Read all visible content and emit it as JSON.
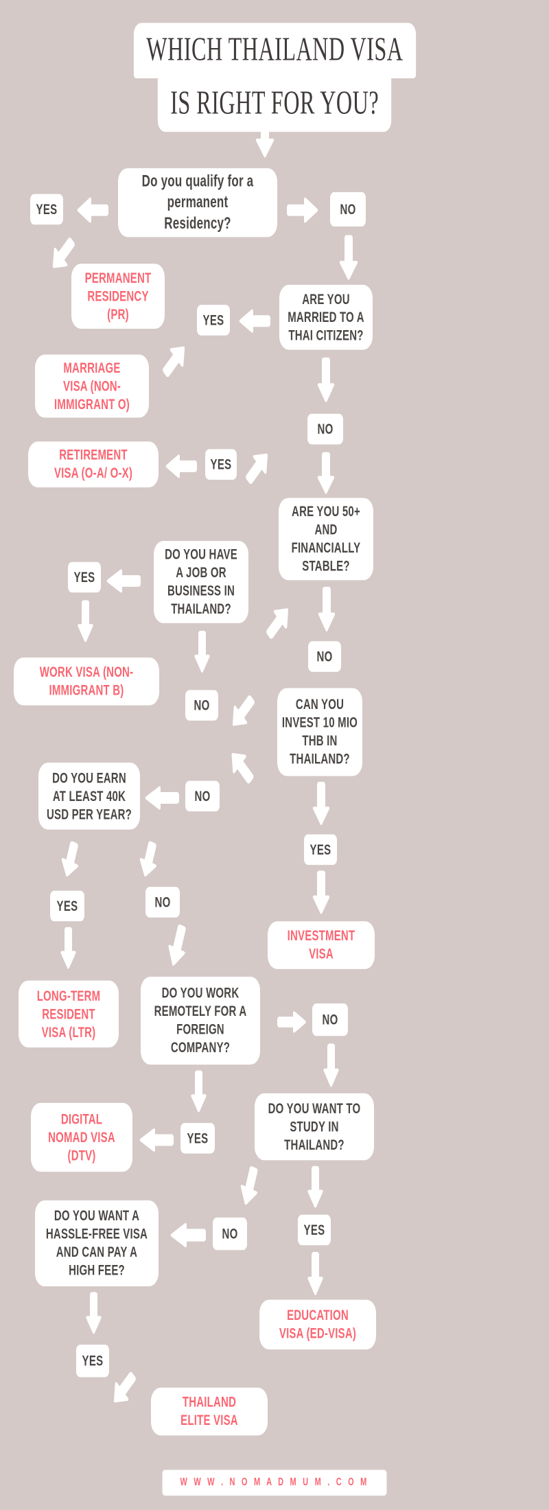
{
  "title": {
    "line1": "WHICH THAILAND VISA",
    "line2": "IS RIGHT FOR YOU?"
  },
  "colors": {
    "background": "#d4c9c7",
    "node_background": "#ffffff",
    "question_text": "#4a4644",
    "result_text": "#fa6672",
    "arrow": "#ffffff"
  },
  "labels": {
    "yes": "YES",
    "no": "NO"
  },
  "footer": {
    "url": "W W W . N O M A D M U M . C O M"
  },
  "chart_data": {
    "type": "diagram",
    "title": "WHICH THAILAND VISA IS RIGHT FOR YOU?",
    "nodes": [
      {
        "id": "q1",
        "kind": "question",
        "text": "Do you qualify for a permanent Residency?"
      },
      {
        "id": "r1",
        "kind": "result",
        "text": "PERMANENT RESIDENCY (PR)"
      },
      {
        "id": "q2",
        "kind": "question",
        "text": "ARE YOU MARRIED TO A THAI CITIZEN?"
      },
      {
        "id": "r2",
        "kind": "result",
        "text": "MARRIAGE VISA (NON-IMMIGRANT O)"
      },
      {
        "id": "q3",
        "kind": "question",
        "text": "ARE YOU 50+ AND FINANCIALLY STABLE?"
      },
      {
        "id": "r3",
        "kind": "result",
        "text": "RETIREMENT VISA (O-A/ O-X)"
      },
      {
        "id": "q4",
        "kind": "question",
        "text": "DO YOU HAVE A JOB OR BUSINESS IN THAILAND?"
      },
      {
        "id": "r4",
        "kind": "result",
        "text": "WORK VISA (NON-IMMIGRANT B)"
      },
      {
        "id": "q5",
        "kind": "question",
        "text": "CAN YOU INVEST 10 MIO THB IN THAILAND?"
      },
      {
        "id": "r5",
        "kind": "result",
        "text": "INVESTMENT VISA"
      },
      {
        "id": "q6",
        "kind": "question",
        "text": "DO YOU EARN AT LEAST 40K USD PER YEAR?"
      },
      {
        "id": "r6",
        "kind": "result",
        "text": "LONG-TERM RESIDENT VISA (LTR)"
      },
      {
        "id": "q7",
        "kind": "question",
        "text": "DO YOU WORK REMOTELY FOR A FOREIGN COMPANY?"
      },
      {
        "id": "r7",
        "kind": "result",
        "text": "DIGITAL NOMAD VISA (DTV)"
      },
      {
        "id": "q8",
        "kind": "question",
        "text": "DO YOU WANT TO STUDY IN THAILAND?"
      },
      {
        "id": "r8",
        "kind": "result",
        "text": "EDUCATION VISA (ED-VISA)"
      },
      {
        "id": "q9",
        "kind": "question",
        "text": "DO YOU WANT A HASSLE-FREE VISA AND CAN PAY A HIGH FEE?"
      },
      {
        "id": "r9",
        "kind": "result",
        "text": "THAILAND ELITE VISA"
      }
    ],
    "edges": [
      {
        "from": "q1",
        "to": "r1",
        "label": "YES"
      },
      {
        "from": "q1",
        "to": "q2",
        "label": "NO"
      },
      {
        "from": "q2",
        "to": "r2",
        "label": "YES"
      },
      {
        "from": "q2",
        "to": "q3",
        "label": "NO"
      },
      {
        "from": "q3",
        "to": "r3",
        "label": "YES"
      },
      {
        "from": "q3",
        "to": "q4",
        "label": "NO"
      },
      {
        "from": "q4",
        "to": "r4",
        "label": "YES"
      },
      {
        "from": "q4",
        "to": "q5",
        "label": "NO"
      },
      {
        "from": "q5",
        "to": "r5",
        "label": "YES"
      },
      {
        "from": "q5",
        "to": "q6",
        "label": "NO"
      },
      {
        "from": "q6",
        "to": "r6",
        "label": "YES"
      },
      {
        "from": "q6",
        "to": "q7",
        "label": "NO"
      },
      {
        "from": "q7",
        "to": "r7",
        "label": "YES"
      },
      {
        "from": "q7",
        "to": "q8",
        "label": "NO"
      },
      {
        "from": "q8",
        "to": "r8",
        "label": "YES"
      },
      {
        "from": "q8",
        "to": "q9",
        "label": "NO"
      },
      {
        "from": "q9",
        "to": "r9",
        "label": "YES"
      }
    ]
  },
  "nodes": {
    "q1": {
      "l1": "Do you qualify for a",
      "l2": "permanent",
      "l3": "Residency?"
    },
    "r1": {
      "l1": "PERMANENT",
      "l2": "RESIDENCY",
      "l3": "(PR)"
    },
    "q2": {
      "l1": "ARE YOU",
      "l2": "MARRIED TO A",
      "l3": "THAI CITIZEN?"
    },
    "r2": {
      "l1": "MARRIAGE",
      "l2": "VISA (NON-",
      "l3": "IMMIGRANT O)"
    },
    "q3": {
      "l1": "ARE YOU 50+",
      "l2": "AND",
      "l3": "FINANCIALLY",
      "l4": "STABLE?"
    },
    "r3": {
      "l1": "RETIREMENT",
      "l2": "VISA (O-A/ O-X)"
    },
    "q4": {
      "l1": "DO YOU HAVE",
      "l2": "A JOB OR",
      "l3": "BUSINESS IN",
      "l4": "THAILAND?"
    },
    "r4": {
      "l1": "WORK VISA (NON-",
      "l2": "IMMIGRANT B)"
    },
    "q5": {
      "l1": "CAN YOU",
      "l2": "INVEST 10 MIO",
      "l3": "THB IN",
      "l4": "THAILAND?"
    },
    "r5": {
      "l1": "INVESTMENT",
      "l2": "VISA"
    },
    "q6": {
      "l1": "DO YOU EARN",
      "l2": "AT LEAST 40K",
      "l3": "USD PER YEAR?"
    },
    "r6": {
      "l1": "LONG-TERM",
      "l2": "RESIDENT",
      "l3": "VISA (LTR)"
    },
    "q7": {
      "l1": "DO YOU WORK",
      "l2": "REMOTELY FOR A",
      "l3": "FOREIGN",
      "l4": "COMPANY?"
    },
    "r7": {
      "l1": "DIGITAL",
      "l2": "NOMAD VISA",
      "l3": "(DTV)"
    },
    "q8": {
      "l1": "DO YOU WANT TO",
      "l2": "STUDY IN",
      "l3": "THAILAND?"
    },
    "r8": {
      "l1": "EDUCATION",
      "l2": "VISA (ED-VISA)"
    },
    "q9": {
      "l1": "DO YOU WANT A",
      "l2": "HASSLE-FREE VISA",
      "l3": "AND CAN PAY A",
      "l4": "HIGH FEE?"
    },
    "r9": {
      "l1": "THAILAND",
      "l2": "ELITE VISA"
    }
  }
}
